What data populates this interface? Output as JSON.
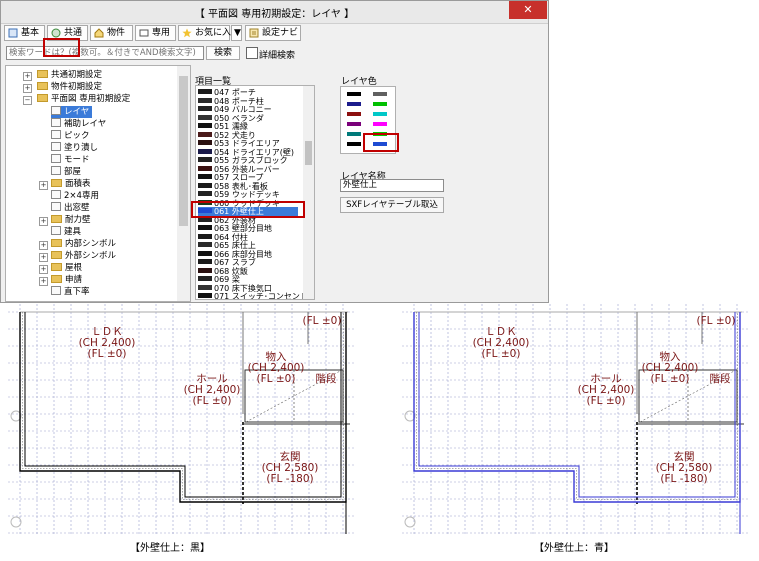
{
  "dialog": {
    "title": "【 平面図 専用初期設定：レイヤ 】",
    "close": "✕",
    "toolbar": [
      "基本",
      "共通",
      "物件",
      "専用",
      "お気に入り",
      "▼",
      "設定ナビ"
    ],
    "search": {
      "placeholder": "検索ワードは？(複数可。＆付きでAND検索文字)",
      "button": "検索",
      "detail": "詳細検索"
    },
    "tree": [
      "共通初期設定",
      "物件初期設定",
      "平面図 専用初期設定",
      "レイヤ",
      "補助レイヤ",
      "ピック",
      "塗り潰し",
      "モード",
      "部屋",
      "面積表",
      "2×4専用",
      "出窓壁",
      "耐力壁",
      "建具",
      "内部シンボル",
      "外部シンボル",
      "屋根",
      "申請",
      "直下率"
    ],
    "list_label": "項目一覧",
    "list_items": [
      {
        "code": "047",
        "name": "ポーチ"
      },
      {
        "code": "048",
        "name": "ポーチ柱"
      },
      {
        "code": "049",
        "name": "バルコニー"
      },
      {
        "code": "050",
        "name": "ベランダ"
      },
      {
        "code": "051",
        "name": "濡縁"
      },
      {
        "code": "052",
        "name": "犬走り"
      },
      {
        "code": "053",
        "name": "ドライエリア"
      },
      {
        "code": "054",
        "name": "ドライエリア(壁)"
      },
      {
        "code": "055",
        "name": "ガラスブロック"
      },
      {
        "code": "056",
        "name": "外装ルーバー"
      },
      {
        "code": "057",
        "name": "スロープ"
      },
      {
        "code": "058",
        "name": "表札･看板"
      },
      {
        "code": "059",
        "name": "ウッドデッキ"
      },
      {
        "code": "060",
        "name": "ウッドデッキ"
      },
      {
        "code": "061",
        "name": "外壁仕上"
      },
      {
        "code": "062",
        "name": "外装材"
      },
      {
        "code": "063",
        "name": "壁部分目地"
      },
      {
        "code": "064",
        "name": "付柱"
      },
      {
        "code": "065",
        "name": "床仕上"
      },
      {
        "code": "066",
        "name": "床部分目地"
      },
      {
        "code": "067",
        "name": "スラブ"
      },
      {
        "code": "068",
        "name": "炊飯"
      },
      {
        "code": "069",
        "name": "梁"
      },
      {
        "code": "070",
        "name": "床下換気口"
      },
      {
        "code": "071",
        "name": "スイッチ･コンセント"
      }
    ],
    "color_label": "レイヤ色",
    "palette": [
      "#000000",
      "#606060",
      "#1c1c8c",
      "#00c000",
      "#8c1010",
      "#00c8c8",
      "#7a007a",
      "#ff00ff",
      "#007a7a",
      "#00cc00",
      "#000000",
      "#1e4bd2"
    ],
    "name_label": "レイヤ名称",
    "name_value": "外壁仕上",
    "sxf_button": "SXFレイヤテーブル取込"
  },
  "plans": [
    {
      "caption": "【外壁仕上：黒】",
      "wall_color": "#000000"
    },
    {
      "caption": "【外壁仕上：青】",
      "wall_color": "#3a3ad6"
    }
  ],
  "rooms": {
    "ldk": [
      "ＬＤＫ",
      "(CH 2,400)",
      "(FL ±0)"
    ],
    "hall": [
      "ホール",
      "(CH 2,400)",
      "(FL ±0)"
    ],
    "storage": [
      "物入",
      "(CH 2,400)",
      "(FL ±0)"
    ],
    "stairs": "階段",
    "entrance": [
      "玄関",
      "(CH 2,580)",
      "(FL -180)"
    ],
    "top_fl": "(FL ±0)"
  }
}
